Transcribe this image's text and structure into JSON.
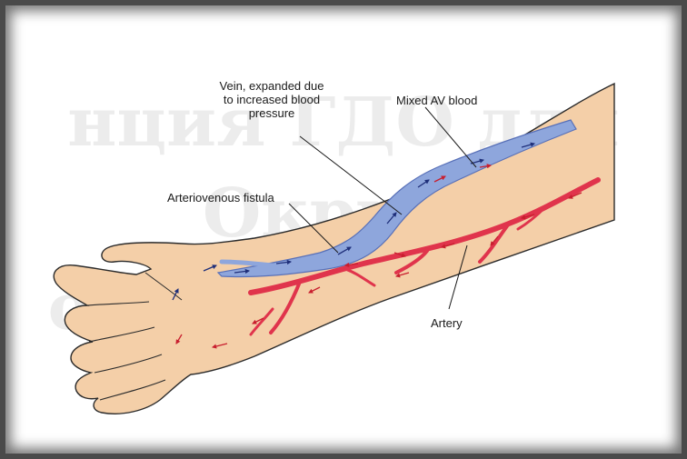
{
  "labels": {
    "vein_line1": "Vein, expanded due",
    "vein_line2": "to increased blood",
    "vein_line3": "pressure",
    "mixed": "Mixed AV blood",
    "fistula": "Arteriovenous fistula",
    "artery": "Artery"
  },
  "watermark": {
    "line1": "нция ГДО для",
    "line2": "Округа",
    "line3": "овек"
  },
  "colors": {
    "skin": "#f4cfa8",
    "skin_outline": "#2b2b2b",
    "vein": "#8ea6dc",
    "vein_outline": "#5870b8",
    "artery": "#e0344c",
    "artery_dark": "#b8202f",
    "arrow_blue": "#1f2f7a",
    "arrow_red": "#c81e2e"
  }
}
